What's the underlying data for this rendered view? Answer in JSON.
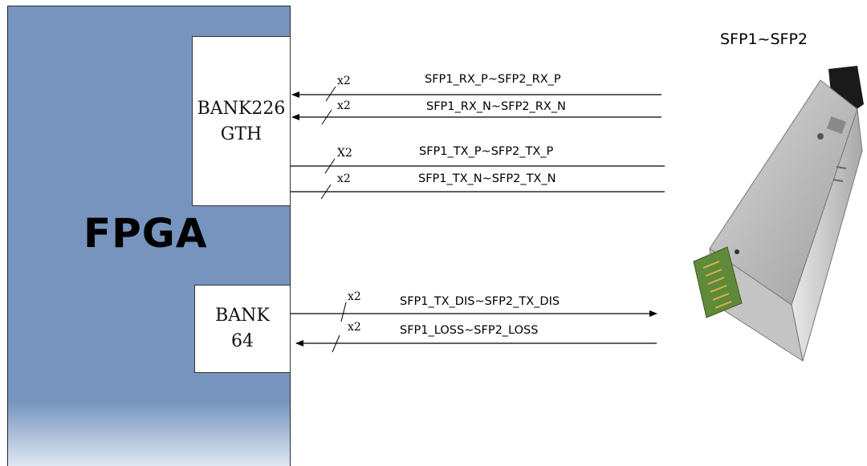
{
  "fpga": {
    "label": "FPGA"
  },
  "bank226": {
    "line1": "BANK226",
    "line2": "GTH"
  },
  "bank64": {
    "line1": "BANK",
    "line2": "64"
  },
  "sfp": {
    "title": "SFP1~SFP2",
    "image": "sfp-transceiver-module"
  },
  "signals": [
    {
      "name": "SFP1_RX_P~SFP2_RX_P",
      "count": "x2",
      "direction": "into-fpga"
    },
    {
      "name": "SFP1_RX_N~SFP2_RX_N",
      "count": "x2",
      "direction": "into-fpga"
    },
    {
      "name": "SFP1_TX_P~SFP2_TX_P",
      "count": "X2",
      "direction": "out-of-fpga"
    },
    {
      "name": "SFP1_TX_N~SFP2_TX_N",
      "count": "x2",
      "direction": "out-of-fpga"
    },
    {
      "name": "SFP1_TX_DIS~SFP2_TX_DIS",
      "count": "x2",
      "direction": "out-of-fpga"
    },
    {
      "name": "SFP1_LOSS~SFP2_LOSS",
      "count": "x2",
      "direction": "into-fpga"
    }
  ],
  "colors": {
    "fpga_fill": "#7794be",
    "line": "#000000",
    "module_metal": "#b9b9b9"
  }
}
